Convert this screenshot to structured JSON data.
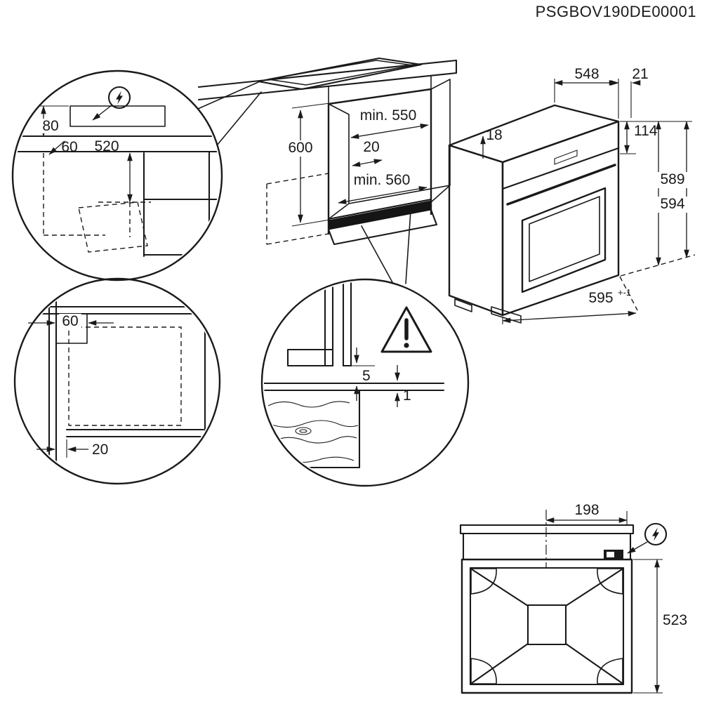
{
  "meta": {
    "part_number": "PSGBOV190DE00001"
  },
  "colors": {
    "line": "#1a1a1a",
    "shade": "#d8d8d8",
    "background": "#ffffff"
  },
  "icons": {
    "electrical_connection": "lightning-bolt",
    "caution": "warning-triangle"
  },
  "worktop_connection_detail": {
    "dim_80": "80",
    "dim_60": "60",
    "dim_520": "520"
  },
  "niche_view": {
    "dim_600": "600",
    "dim_min_depth": "min. 550",
    "dim_20": "20",
    "dim_min_width": "min. 560"
  },
  "oven_view": {
    "dim_548": "548",
    "dim_21": "21",
    "dim_18": "18",
    "dim_114": "114",
    "dim_589": "589",
    "dim_594": "594",
    "dim_width": "595",
    "dim_width_tolerance": "+-1"
  },
  "plinth_detail": {
    "dim_60": "60",
    "dim_20": "20"
  },
  "gap_detail": {
    "dim_5": "5",
    "dim_1": "1"
  },
  "rear_view": {
    "dim_198": "198",
    "dim_523": "523"
  }
}
